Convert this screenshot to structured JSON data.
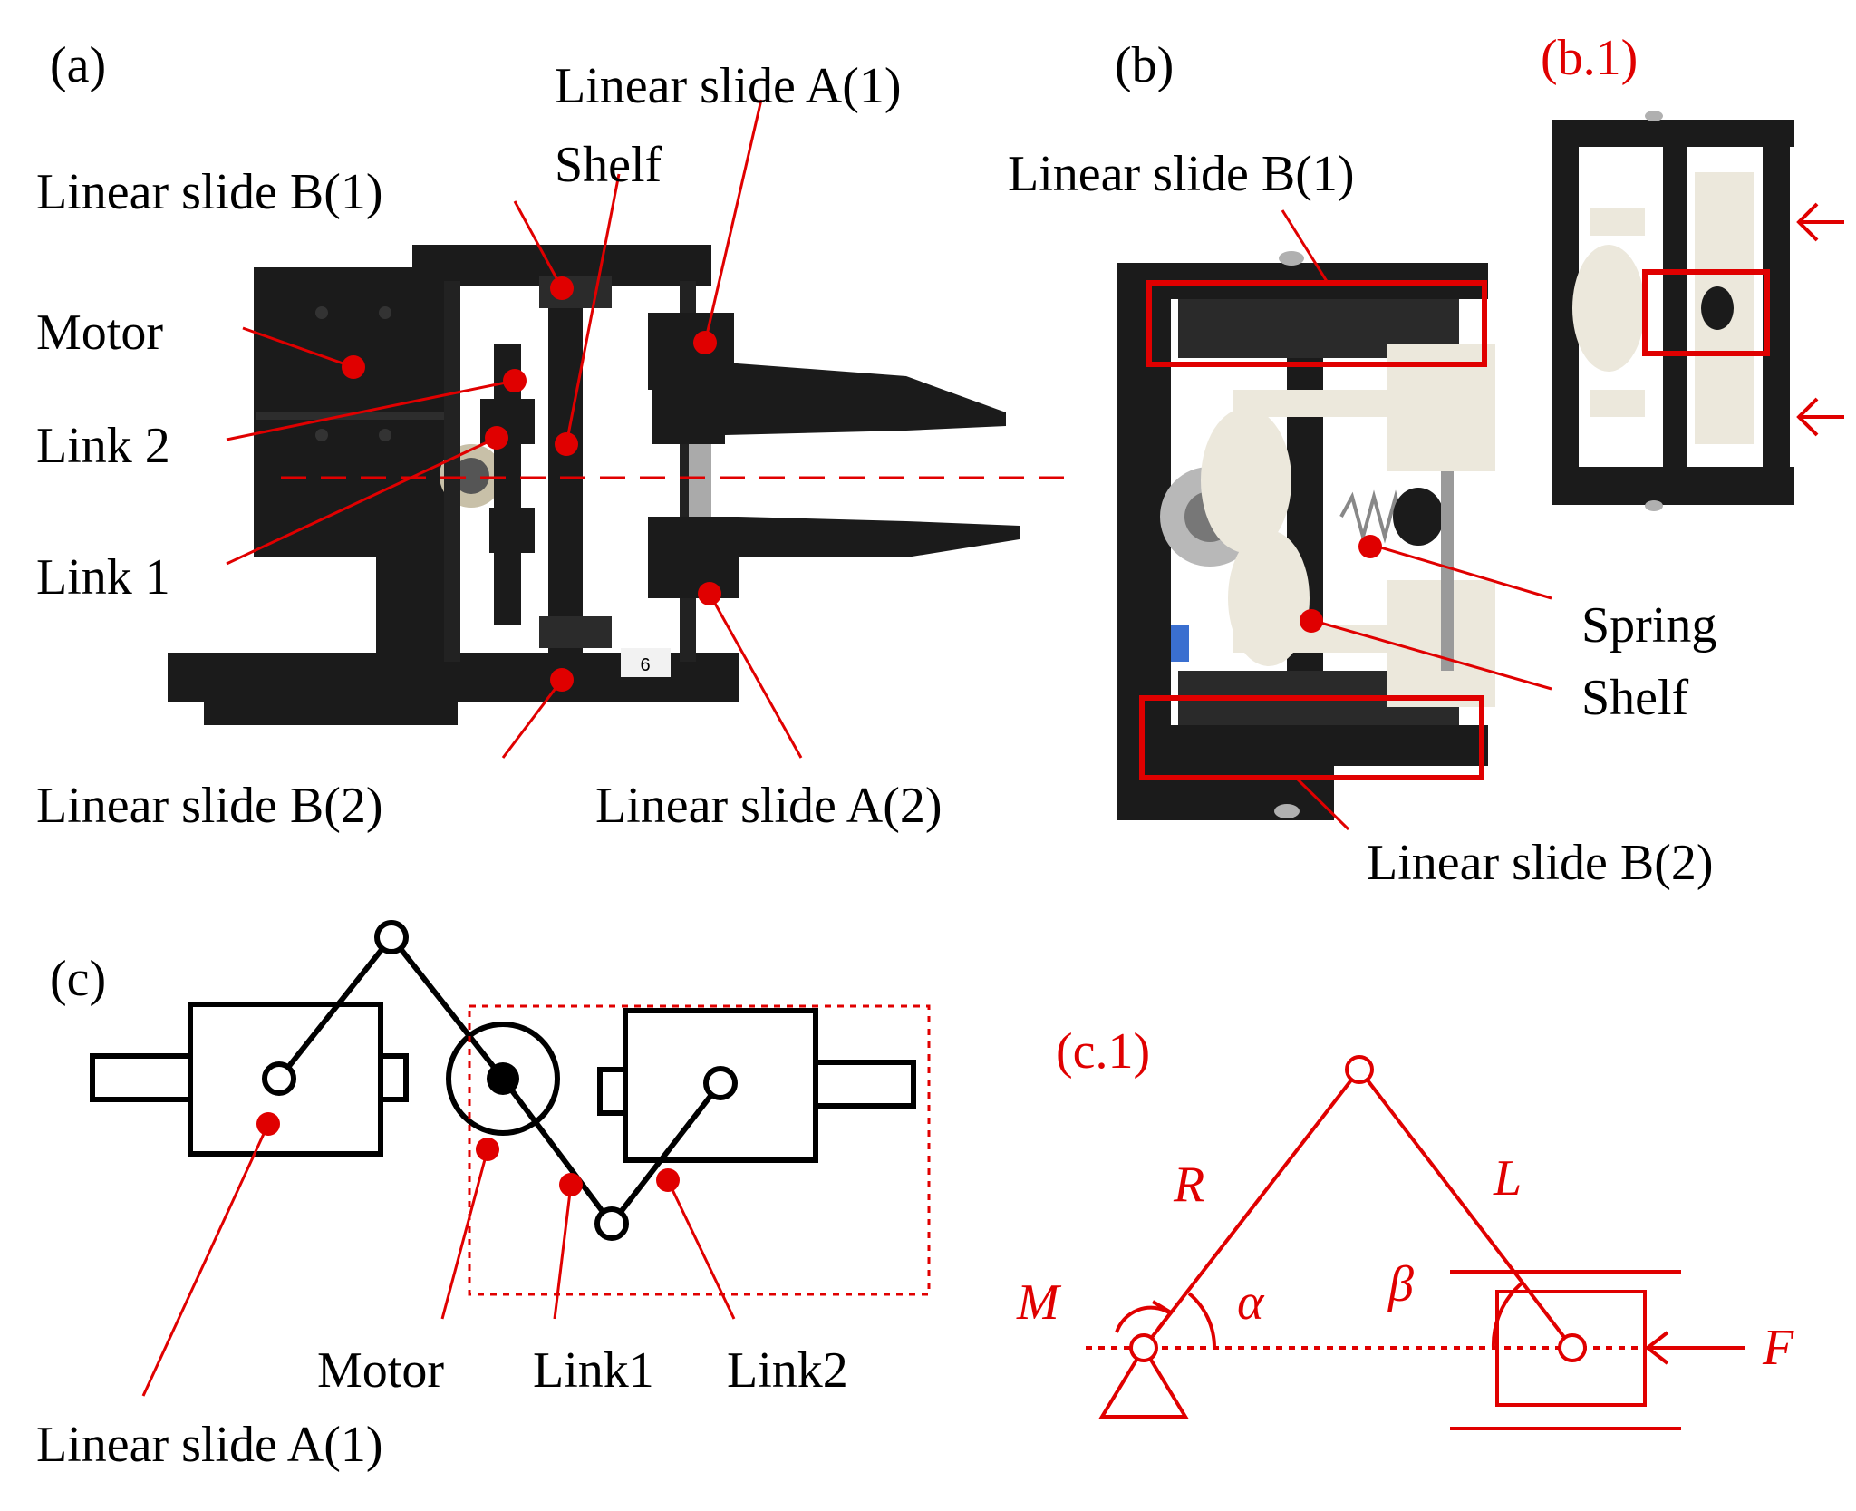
{
  "panel_a": {
    "tag": "(a)",
    "labels": {
      "slide_a1": "Linear slide A(1)",
      "shelf": "Shelf",
      "slide_b1": "Linear slide B(1)",
      "motor": "Motor",
      "link2": "Link 2",
      "link1": "Link 1",
      "slide_b2": "Linear slide B(2)",
      "slide_a2": "Linear slide A(2)"
    },
    "part_number": "6"
  },
  "panel_b": {
    "tag": "(b)",
    "labels": {
      "slide_b1": "Linear slide B(1)",
      "spring": "Spring",
      "shelf": "Shelf",
      "slide_b2": "Linear slide B(2)"
    }
  },
  "panel_b1": {
    "tag": "(b.1)"
  },
  "panel_c": {
    "tag": "(c)",
    "labels": {
      "motor": "Motor",
      "link1": "Link1",
      "link2": "Link2",
      "slide_a1": "Linear slide A(1)"
    }
  },
  "panel_c1": {
    "tag": "(c.1)",
    "symbols": {
      "R": "R",
      "L": "L",
      "M": "M",
      "alpha": "α",
      "beta": "β",
      "F": "F"
    }
  },
  "colors": {
    "annotation": "#e00000",
    "part": "#1b1b1b",
    "nylon": "#ece8dc"
  }
}
